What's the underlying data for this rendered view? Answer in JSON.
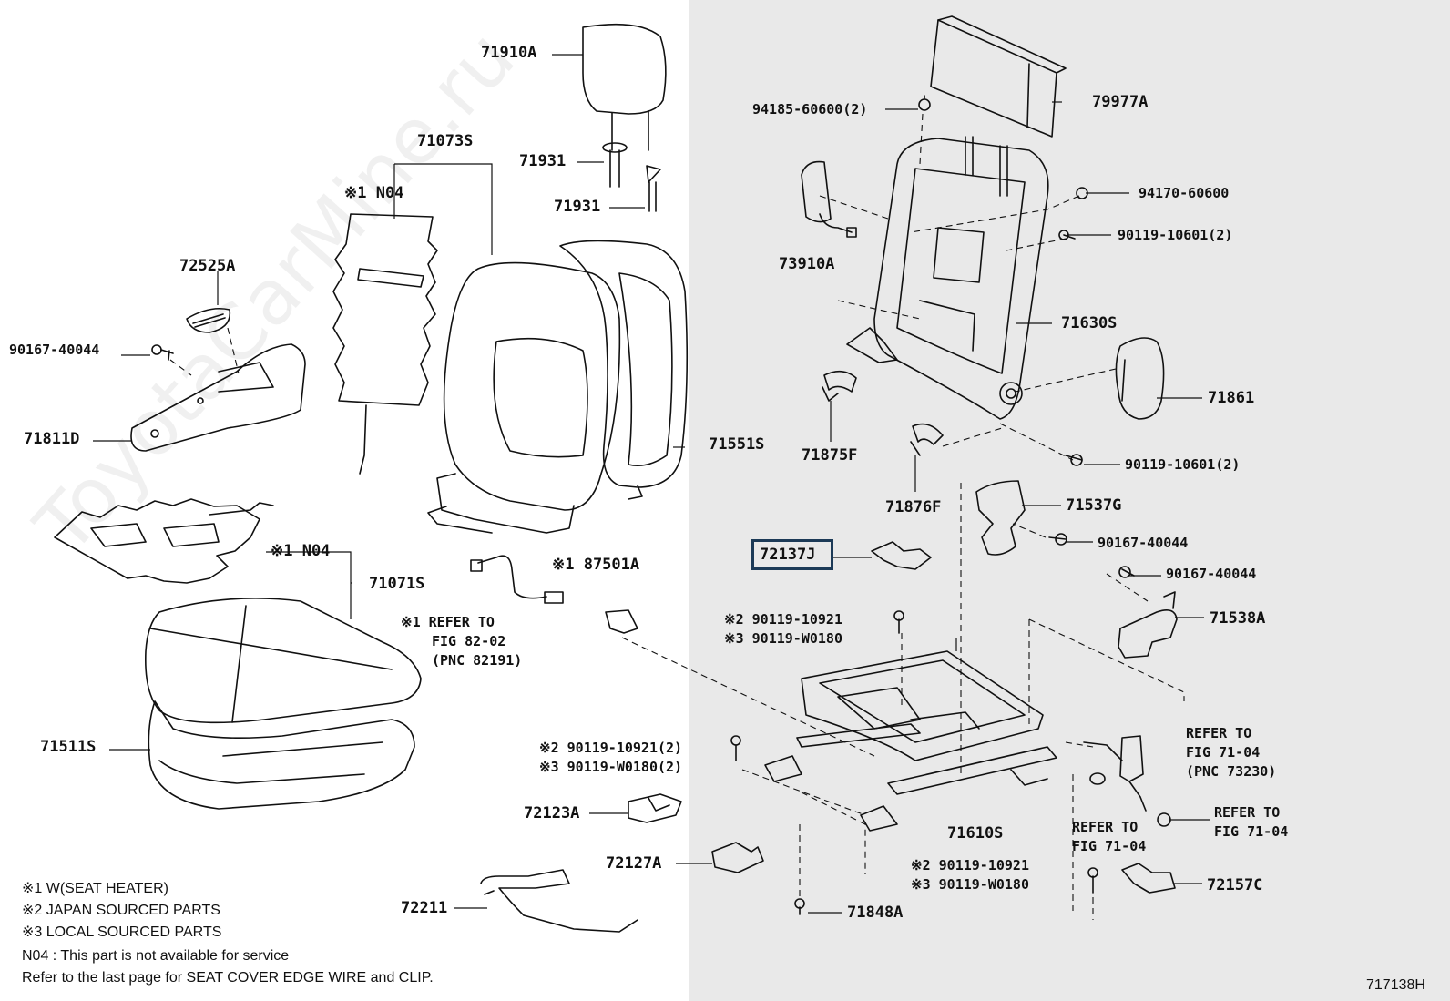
{
  "diagram": {
    "part_labels": [
      {
        "id": "71910A",
        "text": "71910A"
      },
      {
        "id": "71073S",
        "text": "71073S"
      },
      {
        "id": "n04-back",
        "text": "※1 N04"
      },
      {
        "id": "71931a",
        "text": "71931"
      },
      {
        "id": "71931b",
        "text": "71931"
      },
      {
        "id": "72525A",
        "text": "72525A"
      },
      {
        "id": "90167-40044-left",
        "text": "90167-40044"
      },
      {
        "id": "71811D",
        "text": "71811D"
      },
      {
        "id": "71551S",
        "text": "71551S"
      },
      {
        "id": "n04-seat",
        "text": "※1 N04"
      },
      {
        "id": "71071S",
        "text": "71071S"
      },
      {
        "id": "87501A",
        "text": "※1 87501A"
      },
      {
        "id": "refer-82",
        "line1": "※1 REFER TO",
        "line2": "FIG 82-02",
        "line3": "(PNC 82191)"
      },
      {
        "id": "71511S",
        "text": "71511S"
      },
      {
        "id": "90119-10921-2a",
        "line1": "※2 90119-10921(2)",
        "line2": "※3 90119-W0180(2)"
      },
      {
        "id": "72123A",
        "text": "72123A"
      },
      {
        "id": "72127A",
        "text": "72127A"
      },
      {
        "id": "72211",
        "text": "72211"
      },
      {
        "id": "79977A",
        "text": "79977A"
      },
      {
        "id": "94185",
        "text": "94185-60600(2)"
      },
      {
        "id": "94170",
        "text": "94170-60600"
      },
      {
        "id": "90119-10601-a",
        "text": "90119-10601(2)"
      },
      {
        "id": "73910A",
        "text": "73910A"
      },
      {
        "id": "71630S",
        "text": "71630S"
      },
      {
        "id": "71861",
        "text": "71861"
      },
      {
        "id": "71875F",
        "text": "71875F"
      },
      {
        "id": "90119-10601-b",
        "text": "90119-10601(2)"
      },
      {
        "id": "71876F",
        "text": "71876F"
      },
      {
        "id": "71537G",
        "text": "71537G"
      },
      {
        "id": "90167-40044-r1",
        "text": "90167-40044"
      },
      {
        "id": "72137J",
        "text": "72137J"
      },
      {
        "id": "90167-40044-r2",
        "text": "90167-40044"
      },
      {
        "id": "90119-10921-b",
        "line1": "※2 90119-10921",
        "line2": "※3 90119-W0180"
      },
      {
        "id": "71538A",
        "text": "71538A"
      },
      {
        "id": "refer-71-04-a",
        "line1": "REFER TO",
        "line2": "FIG 71-04",
        "line3": "(PNC 73230)"
      },
      {
        "id": "71610S",
        "text": "71610S"
      },
      {
        "id": "refer-71-04-b",
        "line1": "REFER TO",
        "line2": "FIG 71-04"
      },
      {
        "id": "refer-71-04-c",
        "line1": "REFER TO",
        "line2": "FIG 71-04"
      },
      {
        "id": "90119-10921-c",
        "line1": "※2 90119-10921",
        "line2": "※3 90119-W0180"
      },
      {
        "id": "72157C",
        "text": "72157C"
      },
      {
        "id": "71848A",
        "text": "71848A"
      }
    ],
    "legend": [
      "※1 W(SEAT HEATER)",
      "※2 JAPAN SOURCED PARTS",
      "※3 LOCAL SOURCED PARTS",
      "N04 : This part is not available for service",
      "Refer to the last page for SEAT COVER EDGE WIRE and CLIP."
    ],
    "figure_id": "717138H",
    "watermark": "ToyotaCarMine.ru",
    "highlighted_part": "72137J",
    "colors": {
      "line": "#111111",
      "right_panel": "#e9e9e9",
      "highlight": "#1c3a57"
    }
  }
}
